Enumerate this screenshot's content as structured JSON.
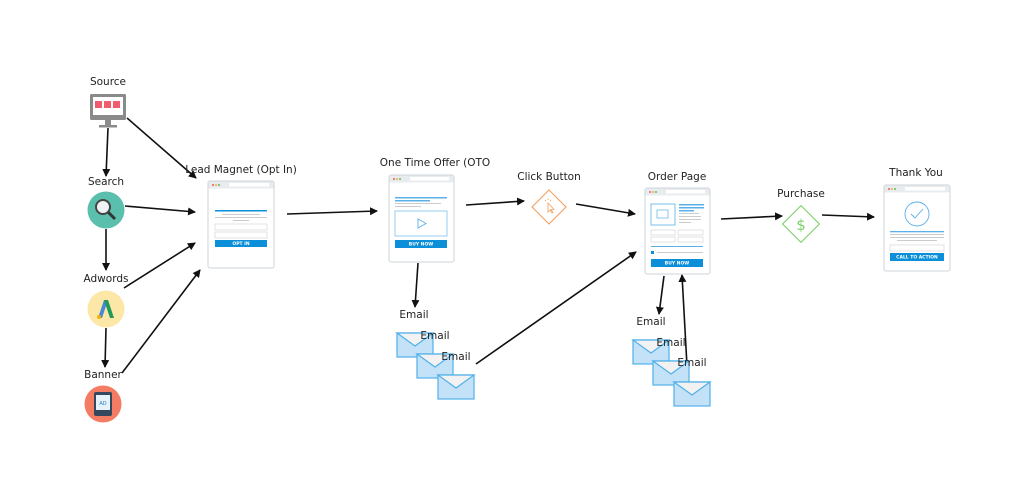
{
  "nodes": {
    "source": "Source",
    "search": "Search",
    "adwords": "Adwords",
    "banner": "Banner",
    "lead_magnet": "Lead Magnet (Opt In)",
    "oto": "One Time Offer (OTO",
    "click_button": "Click Button",
    "order_page": "Order Page",
    "purchase": "Purchase",
    "thank_you": "Thank You"
  },
  "buttons": {
    "opt_in": "OPT IN",
    "buy_now_oto": "BUY NOW",
    "buy_now_order": "BUY NOW",
    "cta": "CALL TO ACTION",
    "ad": "AD"
  },
  "emails_left": [
    "Email",
    "Email",
    "Email"
  ],
  "emails_right": [
    "Email",
    "Email",
    "Email"
  ],
  "colors": {
    "accent": "#0b8fd8",
    "click": "#f0a060",
    "purchase": "#7ccf6a",
    "envelope": "#c4e2f7",
    "search_bg": "#5bbfad",
    "adwords_bg": "#fde7a6",
    "banner_bg": "#f47c63"
  }
}
